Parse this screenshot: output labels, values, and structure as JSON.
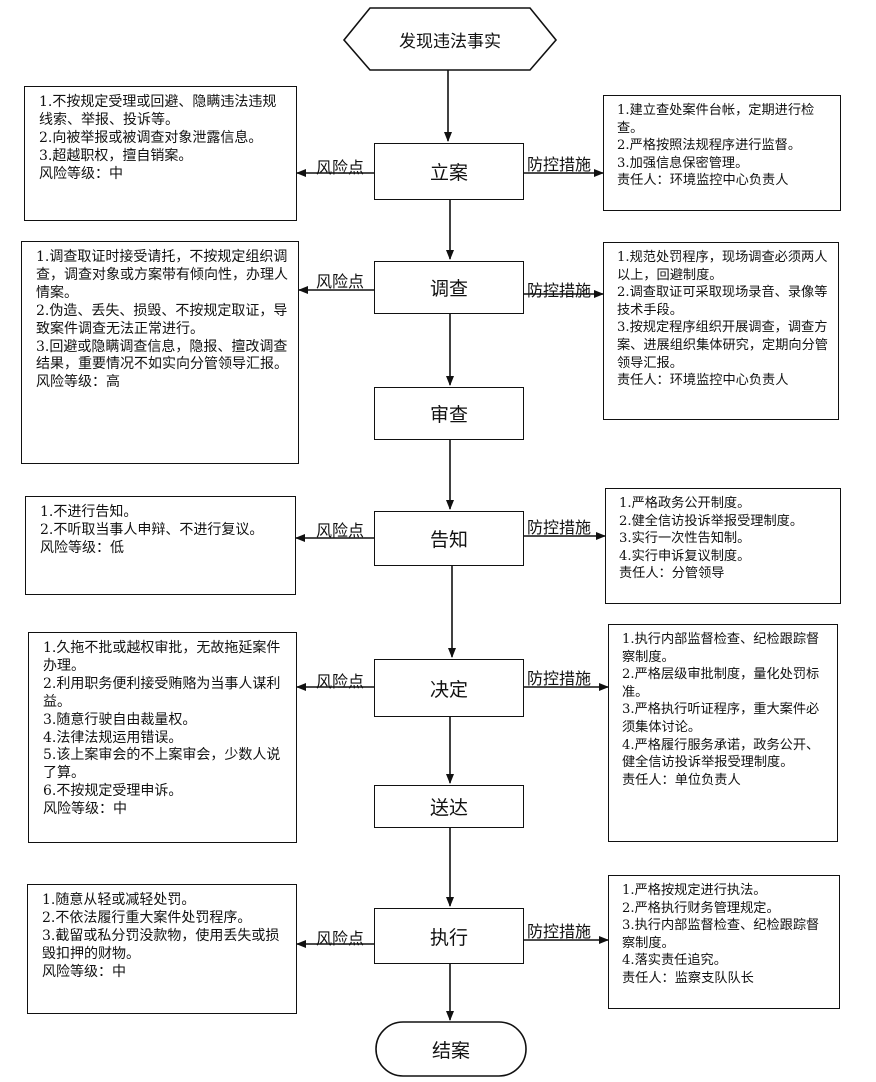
{
  "start": "发现违法事实",
  "end": "结案",
  "risk_label": "风险点",
  "control_label": "防控措施",
  "steps": {
    "lian": {
      "name": "立案",
      "risks": [
        "1.不按规定受理或回避、隐瞒违法违规线索、举报、投诉等。",
        "2.向被举报或被调查对象泄露信息。",
        "3.超越职权，擅自销案。",
        "风险等级：中"
      ],
      "controls": [
        "1.建立查处案件台帐，定期进行检查。",
        "2.严格按照法规程序进行监督。",
        "3.加强信息保密管理。",
        "责任人：环境监控中心负责人"
      ]
    },
    "diaocha": {
      "name": "调查",
      "risks": [
        "1.调查取证时接受请托，不按规定组织调查，调查对象或方案带有倾向性，办理人情案。",
        "2.伪造、丢失、损毁、不按规定取证，导致案件调查无法正常进行。",
        "3.回避或隐瞒调查信息，隐报、擅改调查结果，重要情况不如实向分管领导汇报。",
        "风险等级：高"
      ],
      "controls": [
        "1.规范处罚程序，现场调查必须两人以上，回避制度。",
        "2.调查取证可采取现场录音、录像等技术手段。",
        "3.按规定程序组织开展调查，调查方案、进展组织集体研究，定期向分管领导汇报。",
        "责任人：环境监控中心负责人"
      ]
    },
    "shencha": {
      "name": "审查"
    },
    "gaozhi": {
      "name": "告知",
      "risks": [
        "1.不进行告知。",
        "2.不听取当事人申辩、不进行复议。",
        "风险等级：低"
      ],
      "controls": [
        "1.严格政务公开制度。",
        "2.健全信访投诉举报受理制度。",
        "3.实行一次性告知制。",
        "4.实行申诉复议制度。",
        "责任人：分管领导"
      ]
    },
    "jueding": {
      "name": "决定",
      "risks": [
        "1.久拖不批或越权审批，无故拖延案件办理。",
        "2.利用职务便利接受贿赂为当事人谋利益。",
        "3.随意行驶自由裁量权。",
        "4.法律法规运用错误。",
        "5.该上案审会的不上案审会，少数人说了算。",
        "6.不按规定受理申诉。",
        "风险等级：中"
      ],
      "controls": [
        "1.执行内部监督检查、纪检跟踪督察制度。",
        "2.严格层级审批制度，量化处罚标准。",
        "3.严格执行听证程序，重大案件必须集体讨论。",
        "4.严格履行服务承诺，政务公开、健全信访投诉举报受理制度。",
        "责任人：单位负责人"
      ]
    },
    "songda": {
      "name": "送达"
    },
    "zhixing": {
      "name": "执行",
      "risks": [
        "1.随意从轻或减轻处罚。",
        "2.不依法履行重大案件处罚程序。",
        "3.截留或私分罚没款物，使用丢失或损毁扣押的财物。",
        "风险等级：中"
      ],
      "controls": [
        "1.严格按规定进行执法。",
        "2.严格执行财务管理规定。",
        "3.执行内部监督检查、纪检跟踪督察制度。",
        "4.落实责任追究。",
        "责任人：监察支队队长"
      ]
    }
  }
}
